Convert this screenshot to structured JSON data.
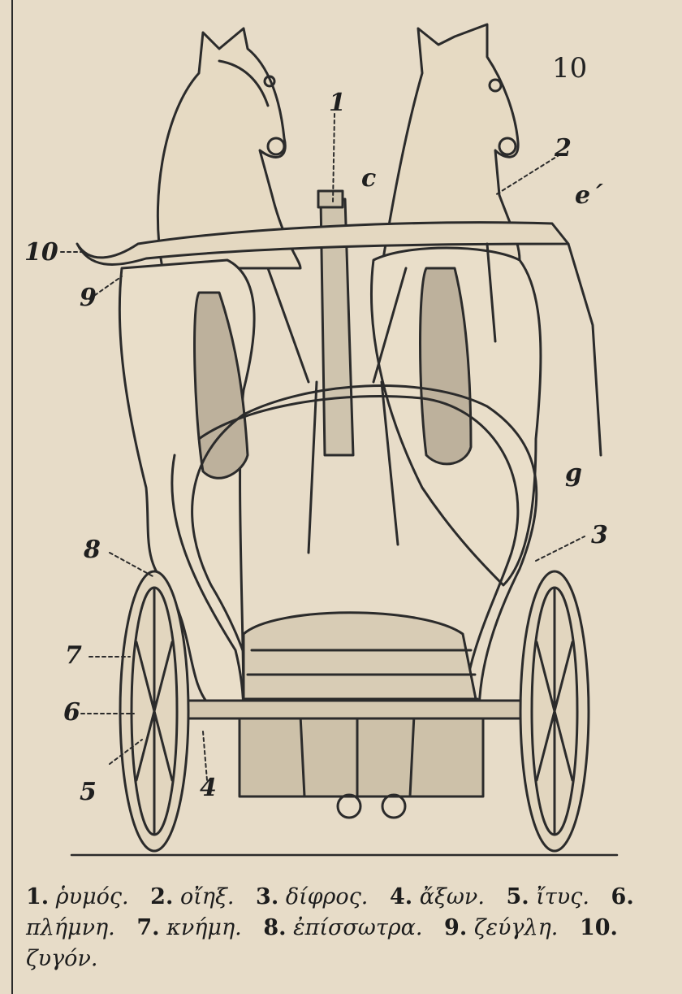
{
  "figure": {
    "number": "10",
    "labels": {
      "l1": "1",
      "l2": "2",
      "l3": "3",
      "l4": "4",
      "l5": "5",
      "l6": "6",
      "l7": "7",
      "l8": "8",
      "l9": "9",
      "l10": "10",
      "c": "c",
      "e": "e´",
      "g": "g"
    },
    "legend": [
      {
        "num": "1.",
        "term": "ῥυμός."
      },
      {
        "num": "2.",
        "term": "οἴηξ."
      },
      {
        "num": "3.",
        "term": "δίφρος."
      },
      {
        "num": "4.",
        "term": "ἄξων."
      },
      {
        "num": "5.",
        "term": "ἴτυς."
      },
      {
        "num": "6.",
        "term": "πλήμνη."
      },
      {
        "num": "7.",
        "term": "κνήμη."
      },
      {
        "num": "8.",
        "term": "ἐπίσσωτρα."
      },
      {
        "num": "9.",
        "term": "ζεύγλη."
      },
      {
        "num": "10.",
        "term": "ζυγόν."
      }
    ]
  }
}
